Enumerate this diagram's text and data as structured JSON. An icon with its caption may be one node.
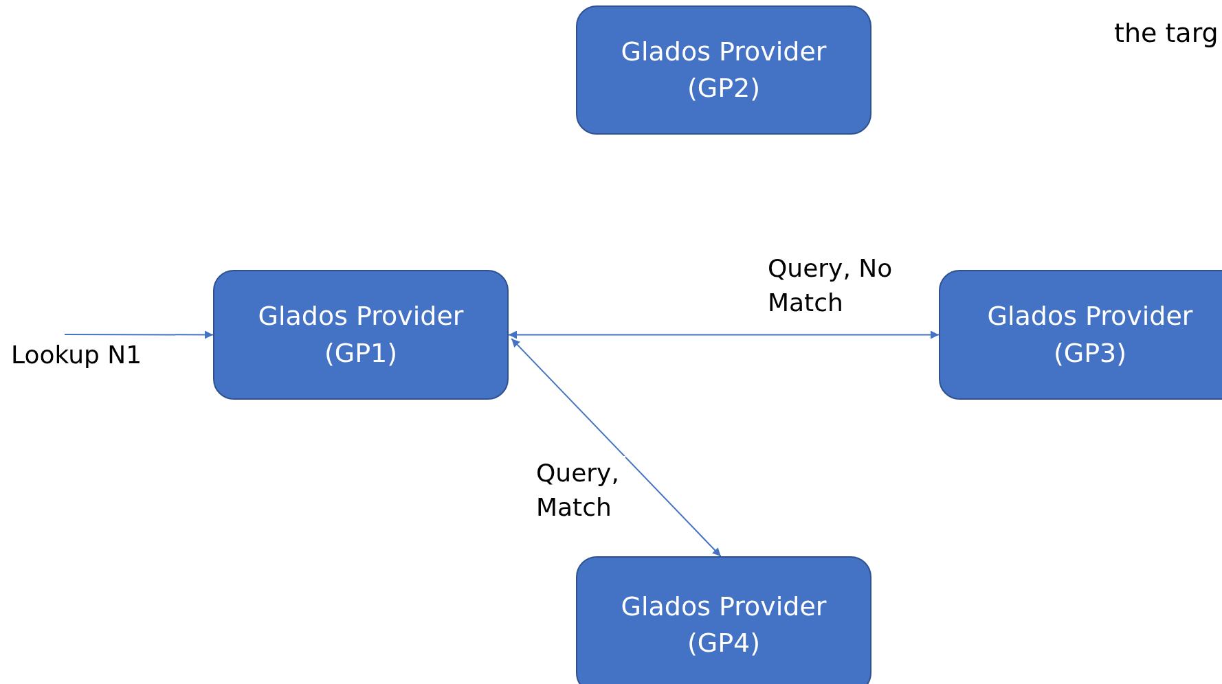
{
  "diagram": {
    "nodes": [
      {
        "text": [
          "Glados Provider (GP2)"
        ]
      },
      {
        "text": [
          "Glados Provider (GP1)"
        ]
      },
      {
        "text": [
          "Glados Provider (GP3)"
        ]
      },
      {
        "text": [
          "Glados Provider (GP4)"
        ]
      }
    ],
    "edges": [
      {
        "from": null,
        "to": 1,
        "arrow": "to",
        "label": "Lookup N1"
      },
      {
        "from": 1,
        "to": 2,
        "arrow": "both",
        "label": "Query, No Match"
      },
      {
        "from": 1,
        "to": 3,
        "arrow": "both",
        "label": "Query, Match"
      }
    ],
    "labels": [
      "the targ"
    ]
  }
}
